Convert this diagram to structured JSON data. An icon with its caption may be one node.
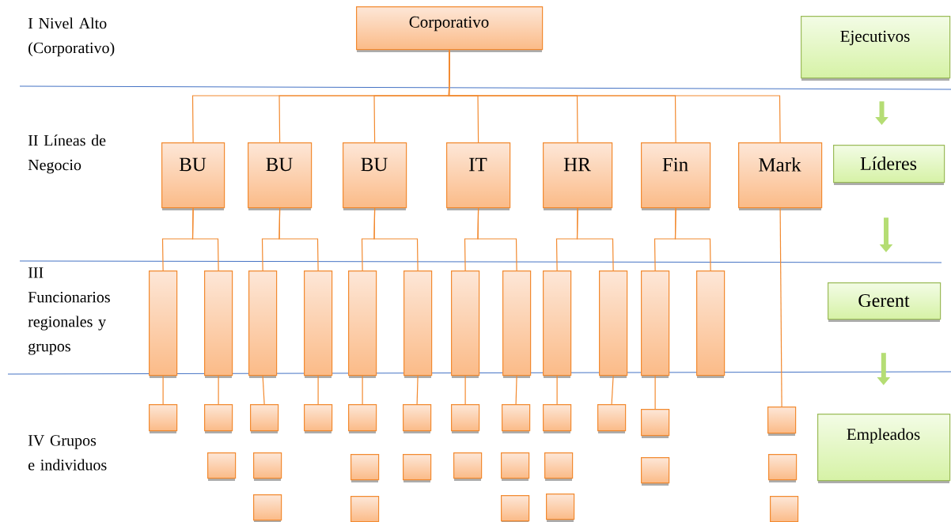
{
  "diagram": {
    "nodes": [
      {
        "text": [
          "Corporativo"
        ]
      },
      {
        "text": [
          "Ejecutivos"
        ]
      },
      {
        "text": [
          "BU"
        ]
      },
      {
        "text": [
          "BU"
        ]
      },
      {
        "text": [
          "BU"
        ]
      },
      {
        "text": [
          "IT"
        ]
      },
      {
        "text": [
          "HR"
        ]
      },
      {
        "text": [
          "Fin"
        ]
      },
      {
        "text": [
          "Mark"
        ]
      },
      {
        "text": [
          "Líderes"
        ]
      },
      {
        "text": [],
        "shape": "box"
      },
      {
        "text": [],
        "shape": "box"
      },
      {
        "text": [],
        "shape": "box"
      },
      {
        "text": [],
        "shape": "box"
      },
      {
        "text": [],
        "shape": "box"
      },
      {
        "text": [],
        "shape": "box"
      },
      {
        "text": [],
        "shape": "box"
      },
      {
        "text": [],
        "shape": "box"
      },
      {
        "text": [],
        "shape": "box"
      },
      {
        "text": [],
        "shape": "box"
      },
      {
        "text": [],
        "shape": "box"
      },
      {
        "text": [],
        "shape": "box"
      },
      {
        "text": [
          "Gerent"
        ]
      },
      {
        "text": [],
        "shape": "box"
      },
      {
        "text": [],
        "shape": "box"
      },
      {
        "text": [],
        "shape": "box"
      },
      {
        "text": [],
        "shape": "box"
      },
      {
        "text": [],
        "shape": "box"
      },
      {
        "text": [],
        "shape": "box"
      },
      {
        "text": [],
        "shape": "box"
      },
      {
        "text": [],
        "shape": "box"
      },
      {
        "text": [],
        "shape": "box"
      },
      {
        "text": [],
        "shape": "box"
      },
      {
        "text": [],
        "shape": "box"
      },
      {
        "text": [],
        "shape": "box"
      },
      {
        "text": [
          "Empleados"
        ]
      },
      {
        "text": [],
        "shape": "box"
      },
      {
        "text": [],
        "shape": "box"
      },
      {
        "text": [],
        "shape": "box"
      },
      {
        "text": [],
        "shape": "box"
      },
      {
        "text": [],
        "shape": "box"
      },
      {
        "text": [],
        "shape": "box"
      },
      {
        "text": [],
        "shape": "box"
      },
      {
        "text": [],
        "shape": "box"
      },
      {
        "text": [],
        "shape": "box"
      },
      {
        "text": [],
        "shape": "box"
      },
      {
        "text": [],
        "shape": "box"
      },
      {
        "text": [],
        "shape": "box"
      },
      {
        "text": [],
        "shape": "box"
      },
      {
        "text": [],
        "shape": "box"
      }
    ],
    "edges": [
      {
        "from": 0,
        "to": 2,
        "arrow": "none"
      },
      {
        "from": 0,
        "to": 3,
        "arrow": "none"
      },
      {
        "from": 0,
        "to": 4,
        "arrow": "none"
      },
      {
        "from": 0,
        "to": 5,
        "arrow": "none"
      },
      {
        "from": 0,
        "to": 6,
        "arrow": "none"
      },
      {
        "from": 0,
        "to": 7,
        "arrow": "none"
      },
      {
        "from": 0,
        "to": 8,
        "arrow": "none"
      },
      {
        "from": 1,
        "to": 9,
        "arrow": "to",
        "style": "thick",
        "color": "#b5dd74"
      },
      {
        "from": 2,
        "to": 10,
        "arrow": "none"
      },
      {
        "from": 2,
        "to": 11,
        "arrow": "none"
      },
      {
        "from": 3,
        "to": 12,
        "arrow": "none"
      },
      {
        "from": 3,
        "to": 13,
        "arrow": "none"
      },
      {
        "from": 4,
        "to": 14,
        "arrow": "none"
      },
      {
        "from": 4,
        "to": 15,
        "arrow": "none"
      },
      {
        "from": 5,
        "to": 16,
        "arrow": "none"
      },
      {
        "from": 5,
        "to": 17,
        "arrow": "none"
      },
      {
        "from": 6,
        "to": 18,
        "arrow": "none"
      },
      {
        "from": 6,
        "to": 19,
        "arrow": "none"
      },
      {
        "from": 7,
        "to": 20,
        "arrow": "none"
      },
      {
        "from": 7,
        "to": 21,
        "arrow": "none"
      },
      {
        "from": 8,
        "to": 34,
        "arrow": "none"
      },
      {
        "from": 9,
        "to": 22,
        "arrow": "to",
        "style": "thick",
        "color": "#b5dd74"
      },
      {
        "from": 10,
        "to": 23,
        "arrow": "none"
      },
      {
        "from": 11,
        "to": 24,
        "arrow": "none"
      },
      {
        "from": 12,
        "to": 25,
        "arrow": "none"
      },
      {
        "from": 13,
        "to": 26,
        "arrow": "none"
      },
      {
        "from": 14,
        "to": 27,
        "arrow": "none"
      },
      {
        "from": 15,
        "to": 28,
        "arrow": "none"
      },
      {
        "from": 16,
        "to": 29,
        "arrow": "none"
      },
      {
        "from": 17,
        "to": 30,
        "arrow": "none"
      },
      {
        "from": 18,
        "to": 31,
        "arrow": "none"
      },
      {
        "from": 19,
        "to": 32,
        "arrow": "none"
      },
      {
        "from": 20,
        "to": 33,
        "arrow": "none"
      },
      {
        "from": 22,
        "to": 35,
        "arrow": "to",
        "style": "thick",
        "color": "#b5dd74"
      }
    ],
    "labels": [
      "I Nivel Alto (Corporativo)",
      "II Líneas de Negocio",
      "III Funcionarios regionales y grupos",
      "IV Grupos e individuos"
    ]
  }
}
